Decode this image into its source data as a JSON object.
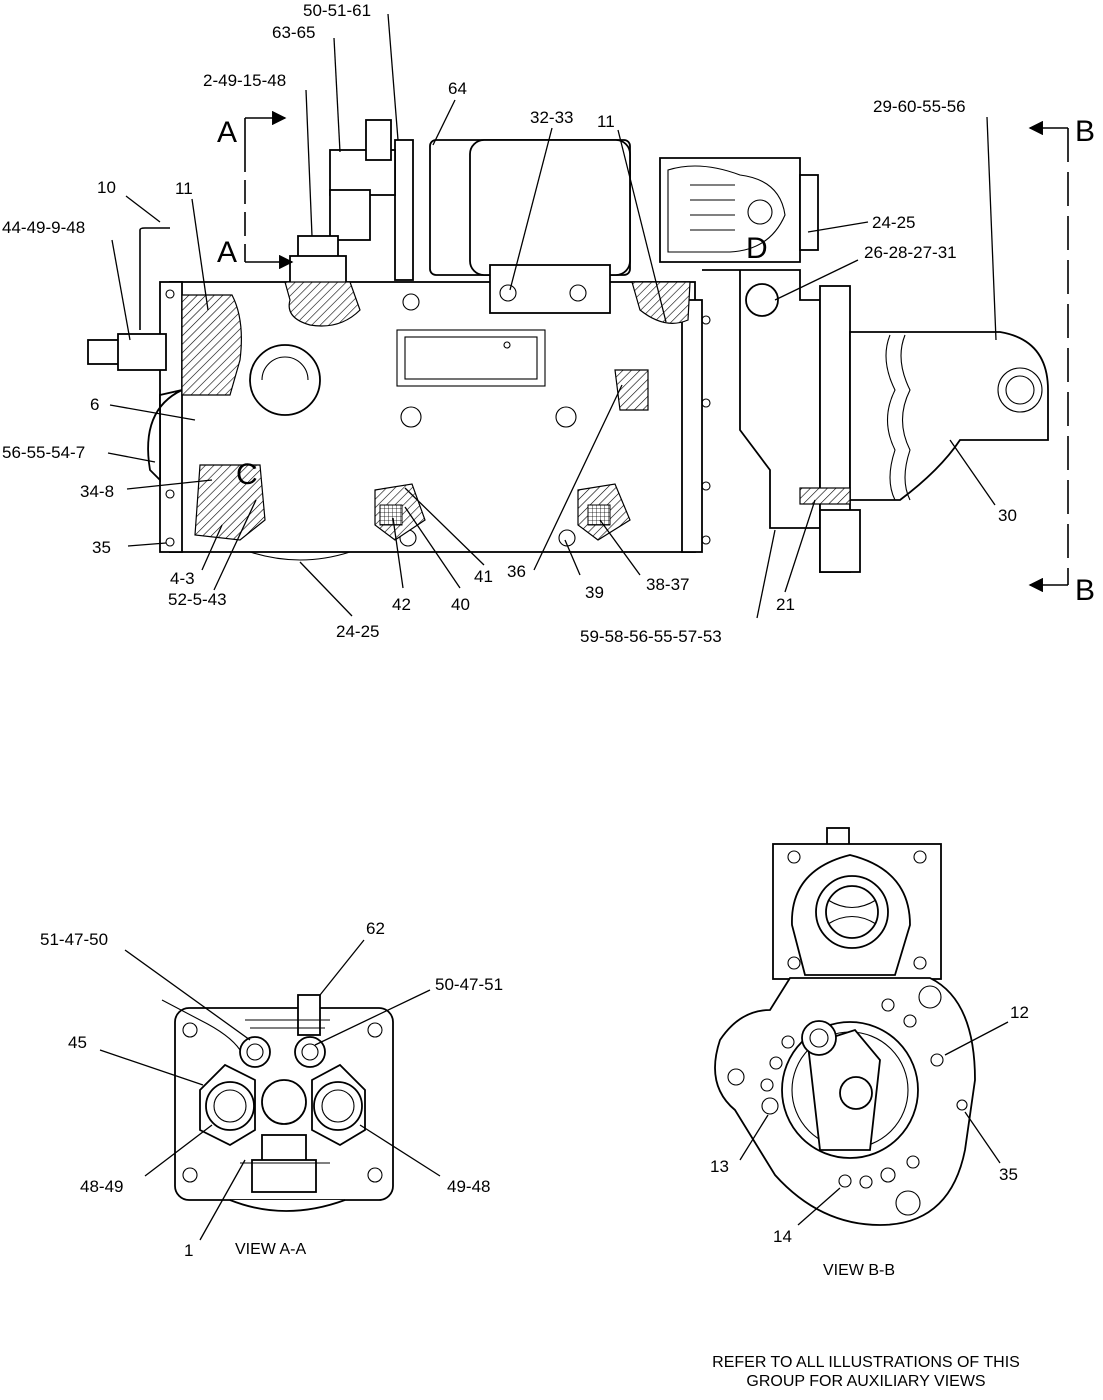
{
  "main_view": {
    "callouts": [
      {
        "id": "c-50-51-61",
        "text": "50-51-61"
      },
      {
        "id": "c-63-65",
        "text": "63-65"
      },
      {
        "id": "c-2-49-15-48",
        "text": "2-49-15-48"
      },
      {
        "id": "c-64",
        "text": "64"
      },
      {
        "id": "c-32-33",
        "text": "32-33"
      },
      {
        "id": "c-11-right",
        "text": "11"
      },
      {
        "id": "c-29-60-55-56",
        "text": "29-60-55-56"
      },
      {
        "id": "c-10",
        "text": "10"
      },
      {
        "id": "c-11-left",
        "text": "11"
      },
      {
        "id": "c-44-49-9-48",
        "text": "44-49-9-48"
      },
      {
        "id": "c-24-25-top",
        "text": "24-25"
      },
      {
        "id": "c-26-28-27-31",
        "text": "26-28-27-31"
      },
      {
        "id": "c-6",
        "text": "6"
      },
      {
        "id": "c-56-55-54-7",
        "text": "56-55-54-7"
      },
      {
        "id": "c-34-8",
        "text": "34-8"
      },
      {
        "id": "c-35-left",
        "text": "35"
      },
      {
        "id": "c-4-3",
        "text": "4-3"
      },
      {
        "id": "c-52-5-43",
        "text": "52-5-43"
      },
      {
        "id": "c-24-25-bottom",
        "text": "24-25"
      },
      {
        "id": "c-42",
        "text": "42"
      },
      {
        "id": "c-40",
        "text": "40"
      },
      {
        "id": "c-41",
        "text": "41"
      },
      {
        "id": "c-36",
        "text": "36"
      },
      {
        "id": "c-39",
        "text": "39"
      },
      {
        "id": "c-38-37",
        "text": "38-37"
      },
      {
        "id": "c-21",
        "text": "21"
      },
      {
        "id": "c-59-58-56-55-57-53",
        "text": "59-58-56-55-57-53"
      },
      {
        "id": "c-30",
        "text": "30"
      }
    ],
    "section_letters": {
      "a_top": "A",
      "a_bottom": "A",
      "b_top": "B",
      "b_bottom": "B",
      "c": "C",
      "d": "D"
    }
  },
  "view_aa": {
    "caption": "VIEW A-A",
    "callouts": [
      {
        "id": "c-62",
        "text": "62"
      },
      {
        "id": "c-51-47-50",
        "text": "51-47-50"
      },
      {
        "id": "c-50-47-51",
        "text": "50-47-51"
      },
      {
        "id": "c-45",
        "text": "45"
      },
      {
        "id": "c-48-49",
        "text": "48-49"
      },
      {
        "id": "c-49-48",
        "text": "49-48"
      },
      {
        "id": "c-1",
        "text": "1"
      }
    ]
  },
  "view_bb": {
    "caption": "VIEW B-B",
    "callouts": [
      {
        "id": "c-12",
        "text": "12"
      },
      {
        "id": "c-13",
        "text": "13"
      },
      {
        "id": "c-35-bb",
        "text": "35"
      },
      {
        "id": "c-14",
        "text": "14"
      }
    ]
  },
  "footer_note": {
    "line1": "REFER TO ALL ILLUSTRATIONS OF THIS",
    "line2": "GROUP FOR AUXILIARY VIEWS"
  }
}
